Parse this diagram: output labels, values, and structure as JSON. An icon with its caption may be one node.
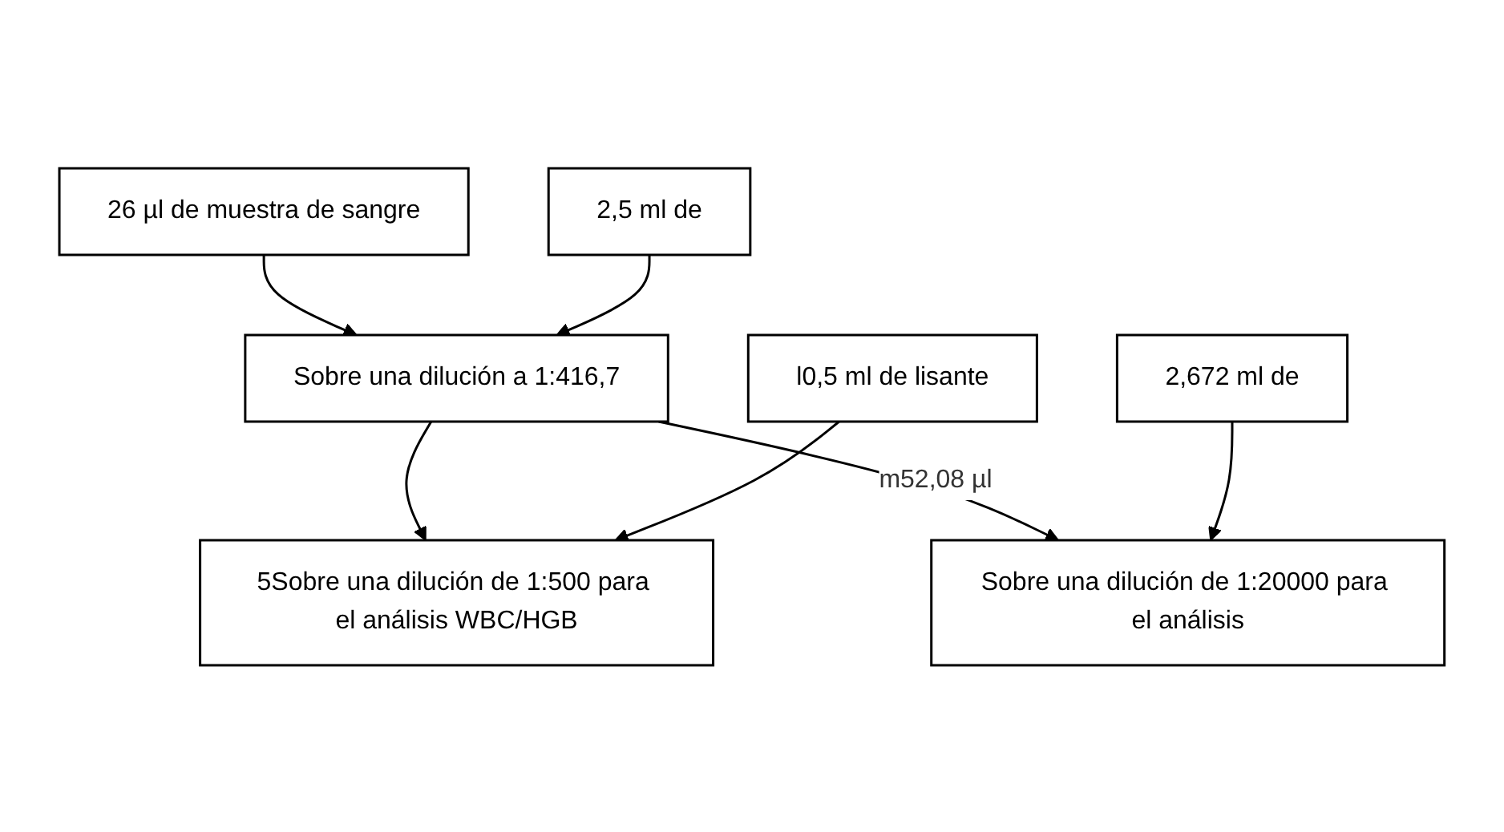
{
  "diagram": {
    "nodes": [
      {
        "text": [
          "26 µl de muestra de sangre"
        ]
      },
      {
        "text": [
          "2,5 ml de"
        ]
      },
      {
        "text": [
          "Sobre una dilución a 1:416,7"
        ]
      },
      {
        "text": [
          "l0,5 ml de lisante"
        ]
      },
      {
        "text": [
          "2,672 ml de"
        ]
      },
      {
        "text": [
          "5Sobre una dilución de 1:500 para el análisis WBC/HGB"
        ]
      },
      {
        "text": [
          "Sobre una dilución de 1:20000 para el análisis"
        ]
      }
    ],
    "edges": [
      {
        "from": 0,
        "to": 2,
        "arrow": "to"
      },
      {
        "from": 1,
        "to": 2,
        "arrow": "to"
      },
      {
        "from": 2,
        "to": 5,
        "arrow": "to"
      },
      {
        "from": 3,
        "to": 5,
        "arrow": "to"
      },
      {
        "from": 2,
        "to": 6,
        "arrow": "to",
        "label": "m52,08 µl"
      },
      {
        "from": 4,
        "to": 6,
        "arrow": "to"
      }
    ]
  }
}
